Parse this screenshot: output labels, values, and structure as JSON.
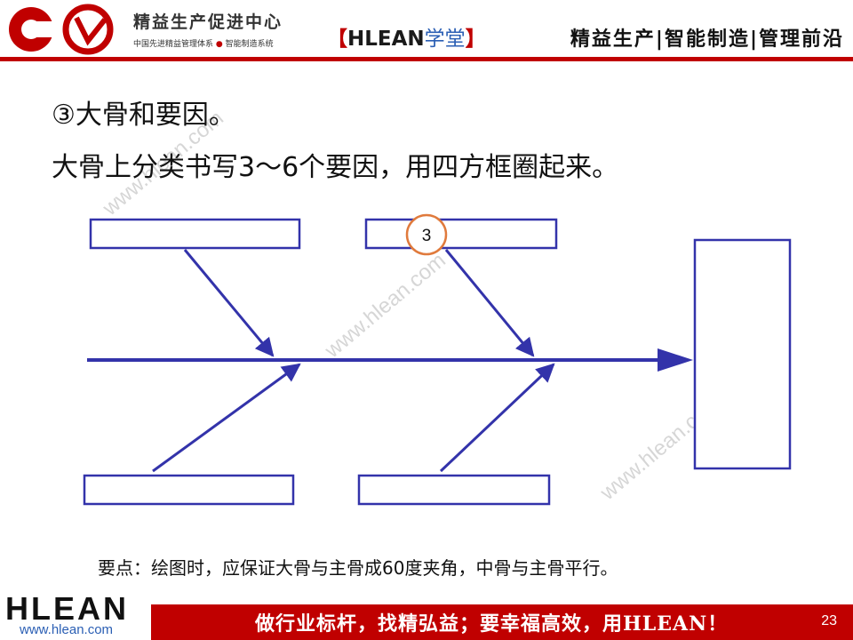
{
  "header": {
    "brand_name": "精益生产促进中心",
    "brand_sub_left": "中国先进精益管理体系",
    "brand_sub_dot": "●",
    "brand_sub_right": "智能制造系统",
    "bracket_open": "【",
    "hlean": "HLEAN",
    "xuetang": "学堂",
    "bracket_close": "】",
    "tagline": "精益生产|智能制造|管理前沿"
  },
  "watermark": "www.hlean.com",
  "content": {
    "line1": "③大骨和要因。",
    "line2": "大骨上分类书写3～6个要因，用四方框圈起来。",
    "step_badge": "3",
    "keypoint": "要点：绘图时，应保证大骨与主骨成60度夹角，中骨与主骨平行。"
  },
  "colors": {
    "diagram_blue": "#3333aa",
    "brand_red": "#c00000",
    "badge_orange": "#e07a3c"
  },
  "footer": {
    "logo": "HLEAN",
    "url": "www.hlean.com",
    "slogan": "做行业标杆，找精弘益；要幸福高效，用HLEAN！",
    "page": "23"
  }
}
